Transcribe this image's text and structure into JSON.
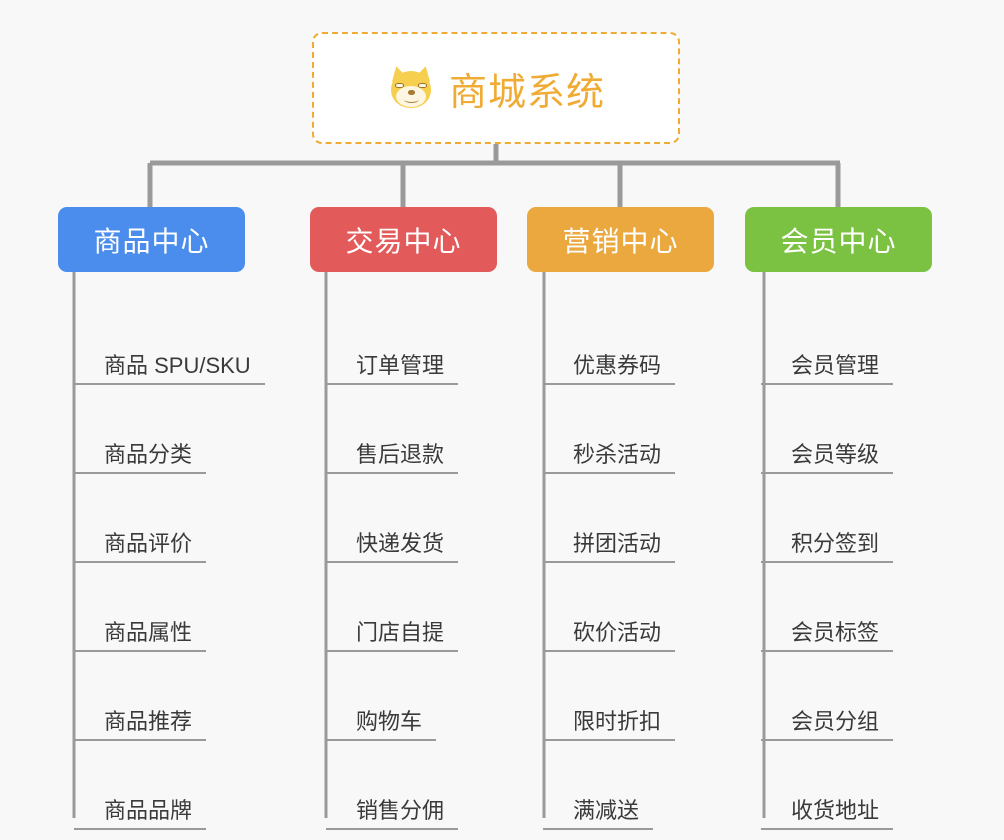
{
  "background": "#f8f8f8",
  "root": {
    "title": "商城系统",
    "icon": "dog-face-emoji",
    "icon_glyph": "🐶",
    "text_color": "#f0ab34",
    "border_color": "#f0ab34",
    "background": "#ffffff"
  },
  "connector_color": "#9a9a9a",
  "columns": [
    {
      "id": "product-center",
      "label": "商品中心",
      "color": "#4a8ded",
      "items": [
        "商品 SPU/SKU",
        "商品分类",
        "商品评价",
        "商品属性",
        "商品推荐",
        "商品品牌"
      ]
    },
    {
      "id": "trade-center",
      "label": "交易中心",
      "color": "#e25a5a",
      "items": [
        "订单管理",
        "售后退款",
        "快递发货",
        "门店自提",
        "购物车",
        "销售分佣"
      ]
    },
    {
      "id": "marketing-center",
      "label": "营销中心",
      "color": "#eaa83e",
      "items": [
        "优惠券码",
        "秒杀活动",
        "拼团活动",
        "砍价活动",
        "限时折扣",
        "满减送"
      ]
    },
    {
      "id": "member-center",
      "label": "会员中心",
      "color": "#7cc242",
      "items": [
        "会员管理",
        "会员等级",
        "积分签到",
        "会员标签",
        "会员分组",
        "收货地址"
      ]
    }
  ]
}
